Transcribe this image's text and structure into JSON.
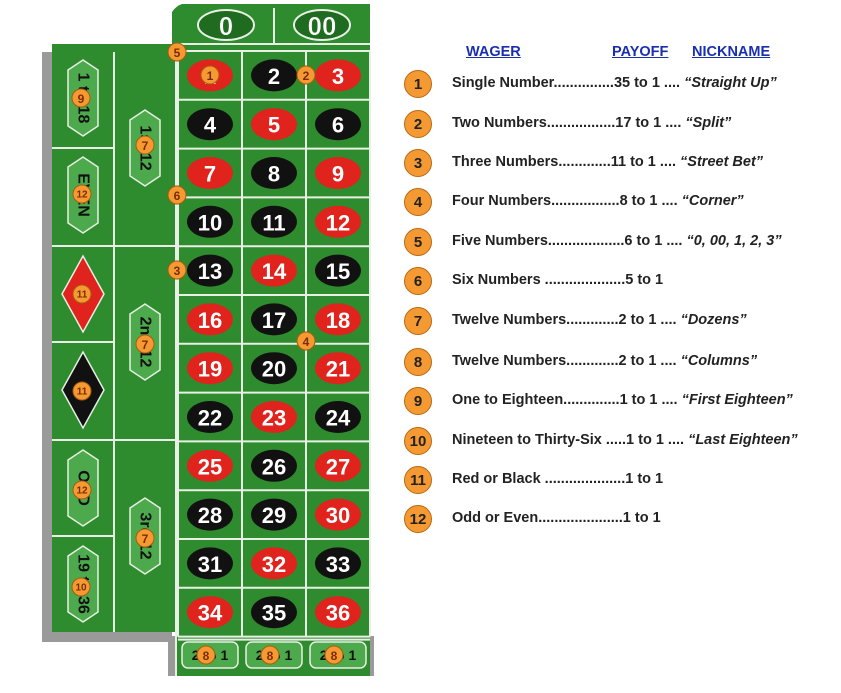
{
  "colors": {
    "felt": "#2e8b2e",
    "felt_dark": "#1f6b1f",
    "line": "#e8efe4",
    "red": "#e0231d",
    "black": "#111111",
    "chip": "#f59a32",
    "header_blue": "#1a2fb0"
  },
  "table": {
    "zeros": [
      "0",
      "00"
    ],
    "numbers": [
      [
        "1",
        "2",
        "3"
      ],
      [
        "4",
        "5",
        "6"
      ],
      [
        "7",
        "8",
        "9"
      ],
      [
        "10",
        "11",
        "12"
      ],
      [
        "13",
        "14",
        "15"
      ],
      [
        "16",
        "17",
        "18"
      ],
      [
        "19",
        "20",
        "21"
      ],
      [
        "22",
        "23",
        "24"
      ],
      [
        "25",
        "26",
        "27"
      ],
      [
        "28",
        "29",
        "30"
      ],
      [
        "31",
        "32",
        "33"
      ],
      [
        "34",
        "35",
        "36"
      ]
    ],
    "red_numbers": [
      "1",
      "3",
      "5",
      "7",
      "9",
      "12",
      "14",
      "16",
      "18",
      "19",
      "21",
      "23",
      "25",
      "27",
      "30",
      "32",
      "34",
      "36"
    ],
    "outside": [
      "1 to 18",
      "EVEN",
      "ODD",
      "19 to 36"
    ],
    "dozens": [
      "1st 12",
      "2nd 12",
      "3rd 12"
    ],
    "columns": [
      "2 to 1",
      "2 to 1",
      "2 to 1"
    ],
    "markers": [
      {
        "num": "1",
        "spot": "number-1"
      },
      {
        "num": "2",
        "spot": "split-2-3"
      },
      {
        "num": "3",
        "spot": "street-13"
      },
      {
        "num": "4",
        "spot": "corner-17-21"
      },
      {
        "num": "5",
        "spot": "five-number"
      },
      {
        "num": "6",
        "spot": "six-line-7-12"
      },
      {
        "num": "7",
        "spot": "dozen-1"
      },
      {
        "num": "7",
        "spot": "dozen-2"
      },
      {
        "num": "7",
        "spot": "dozen-3"
      },
      {
        "num": "8",
        "spot": "column-1"
      },
      {
        "num": "8",
        "spot": "column-2"
      },
      {
        "num": "8",
        "spot": "column-3"
      },
      {
        "num": "9",
        "spot": "one-to-eighteen"
      },
      {
        "num": "10",
        "spot": "nineteen-to-thirty-six"
      },
      {
        "num": "11",
        "spot": "red-diamond"
      },
      {
        "num": "11",
        "spot": "black-diamond"
      },
      {
        "num": "12",
        "spot": "even"
      },
      {
        "num": "12",
        "spot": "odd"
      }
    ]
  },
  "legend": {
    "headers": {
      "wager": "WAGER",
      "payoff": "PAYOFF",
      "nickname": "NICKNAME"
    },
    "rows": [
      {
        "num": "1",
        "text": "Single Number...............35 to 1 ....",
        "nickname": "“Straight Up”"
      },
      {
        "num": "2",
        "text": "Two Numbers.................17 to 1 ....",
        "nickname": "“Split”"
      },
      {
        "num": "3",
        "text": "Three Numbers.............11 to 1 ....",
        "nickname": "“Street Bet”"
      },
      {
        "num": "4",
        "text": "Four Numbers.................8 to 1 ....",
        "nickname": "“Corner”"
      },
      {
        "num": "5",
        "text": "Five Numbers...................6 to 1 ....",
        "nickname": "“0, 00, 1, 2, 3”"
      },
      {
        "num": "6",
        "text": "Six Numbers ....................5 to 1",
        "nickname": ""
      },
      {
        "num": "7",
        "text": "Twelve Numbers.............2 to 1 ....",
        "nickname": "“Dozens”"
      },
      {
        "num": "8",
        "text": "Twelve Numbers.............2 to 1 ....",
        "nickname": "“Columns”"
      },
      {
        "num": "9",
        "text": "One to Eighteen..............1 to 1 ....",
        "nickname": "“First Eighteen”"
      },
      {
        "num": "10",
        "text": "Nineteen to Thirty-Six .....1 to 1 ....",
        "nickname": "“Last Eighteen”"
      },
      {
        "num": "11",
        "text": "Red or Black ....................1 to 1",
        "nickname": ""
      },
      {
        "num": "12",
        "text": "Odd or Even.....................1 to 1",
        "nickname": ""
      }
    ]
  }
}
